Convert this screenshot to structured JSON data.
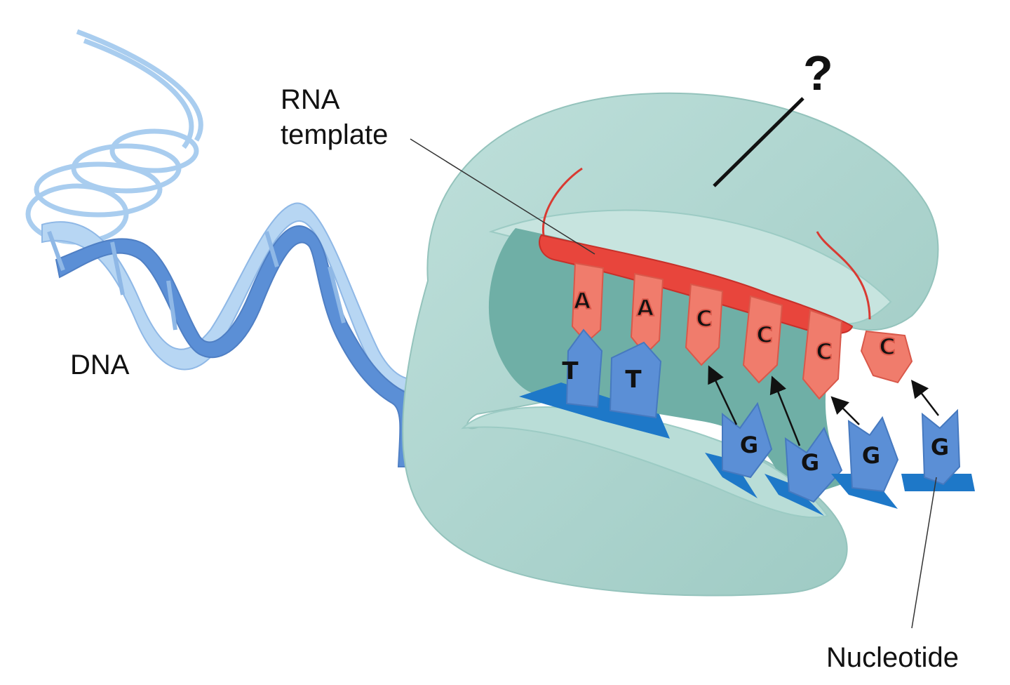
{
  "labels": {
    "rna_line1": "RNA",
    "rna_line2": "template",
    "dna": "DNA",
    "nucleotide": "Nucleotide",
    "question": "?"
  },
  "rna_bases": [
    "A",
    "A",
    "C",
    "C",
    "C",
    "C"
  ],
  "dna_bases_paired": [
    "T",
    "T"
  ],
  "incoming_nucleotides": [
    "G",
    "G",
    "G",
    "G"
  ],
  "colors": {
    "enzyme": "#a9d3cd",
    "enzyme_dark": "#6fafa6",
    "rna": "#e8453c",
    "rna_base": "#f07c6c",
    "dna_dark": "#5b8fd6",
    "dna_light": "#b7d6f3",
    "nucleotide": "#5b8fd6",
    "nucleotide_base": "#1e78c8"
  }
}
